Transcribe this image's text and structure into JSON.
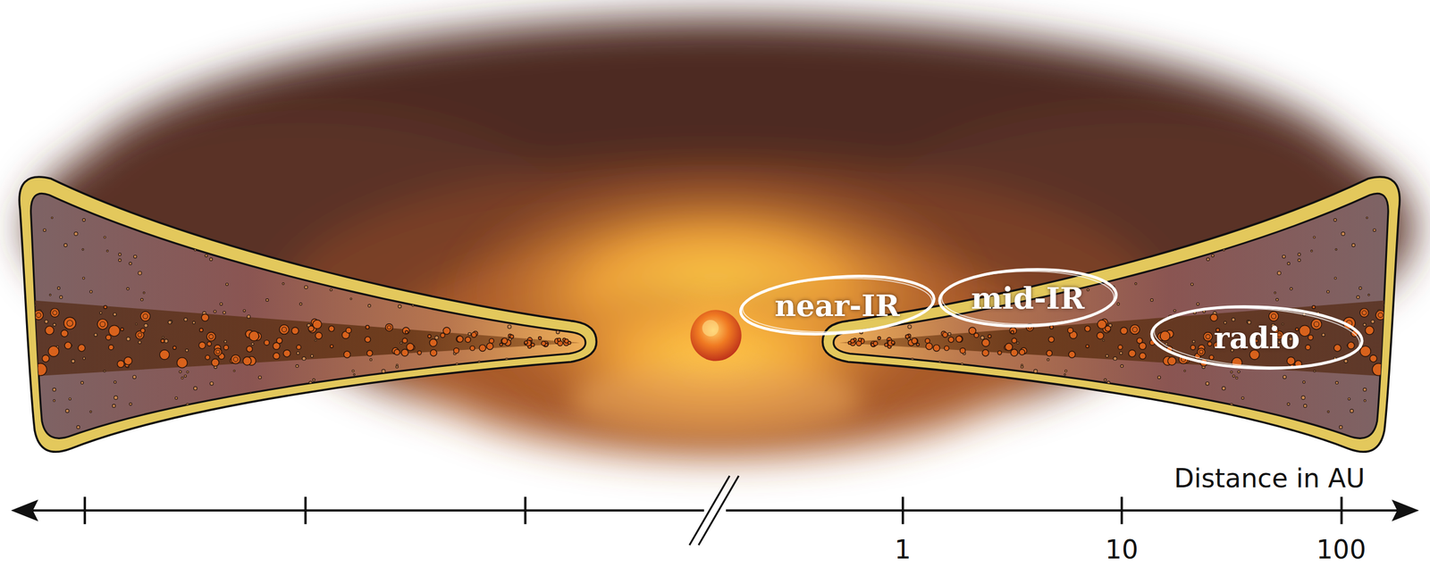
{
  "diagram": {
    "nodes": [
      {
        "text": [
          "near-IR"
        ]
      },
      {
        "text": [
          "mid-IR"
        ]
      },
      {
        "text": [
          "radio"
        ]
      }
    ],
    "labels": [
      "Distance in AU",
      "1",
      "10",
      "100"
    ]
  }
}
